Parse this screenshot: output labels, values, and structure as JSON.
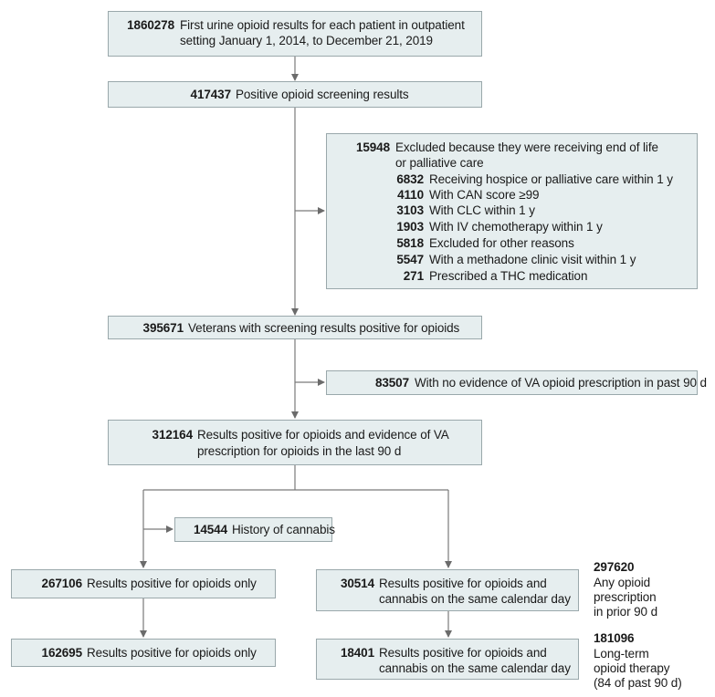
{
  "b1": {
    "num": "1860278",
    "line1": "First urine opioid results for each patient in outpatient",
    "line2": "setting January 1, 2014, to December 21, 2019"
  },
  "b2": {
    "num": "417437",
    "text": "Positive opioid screening results"
  },
  "excl": {
    "num": "15948",
    "line1": "Excluded because they were receiving end of life",
    "line2": "or palliative care",
    "items": [
      {
        "num": "6832",
        "text": "Receiving hospice or palliative care within 1 y"
      },
      {
        "num": "4110",
        "text": "With CAN score ≥99"
      },
      {
        "num": "3103",
        "text": "With CLC within 1 y"
      },
      {
        "num": "1903",
        "text": "With IV chemotherapy within 1 y"
      },
      {
        "num": "5818",
        "text": "Excluded for other reasons"
      },
      {
        "num": "5547",
        "text": "With a methadone clinic visit within 1 y"
      },
      {
        "num": "271",
        "text": "Prescribed a THC medication"
      }
    ]
  },
  "b3": {
    "num": "395671",
    "text": "Veterans with screening results positive for opioids"
  },
  "b3x": {
    "num": "83507",
    "text": "With no evidence of VA opioid prescription in past 90 d"
  },
  "b4": {
    "num": "312164",
    "line1": "Results positive for opioids and evidence of VA",
    "line2": "prescription for opioids in the last 90 d"
  },
  "cannabis": {
    "num": "14544",
    "text": "History of cannabis"
  },
  "l1": {
    "num": "267106",
    "text": "Results positive for opioids only"
  },
  "r1": {
    "num": "30514",
    "line1": "Results positive for opioids and",
    "line2": "cannabis on the same calendar day"
  },
  "l2": {
    "num": "162695",
    "text": "Results positive for opioids only"
  },
  "r2": {
    "num": "18401",
    "line1": "Results positive for opioids and",
    "line2": "cannabis on the same calendar day"
  },
  "side1": {
    "num": "297620",
    "lines": [
      "Any opioid",
      "prescription",
      "in prior 90 d"
    ]
  },
  "side2": {
    "num": "181096",
    "lines": [
      "Long-term",
      "opioid therapy",
      "(84 of past 90 d)"
    ]
  }
}
